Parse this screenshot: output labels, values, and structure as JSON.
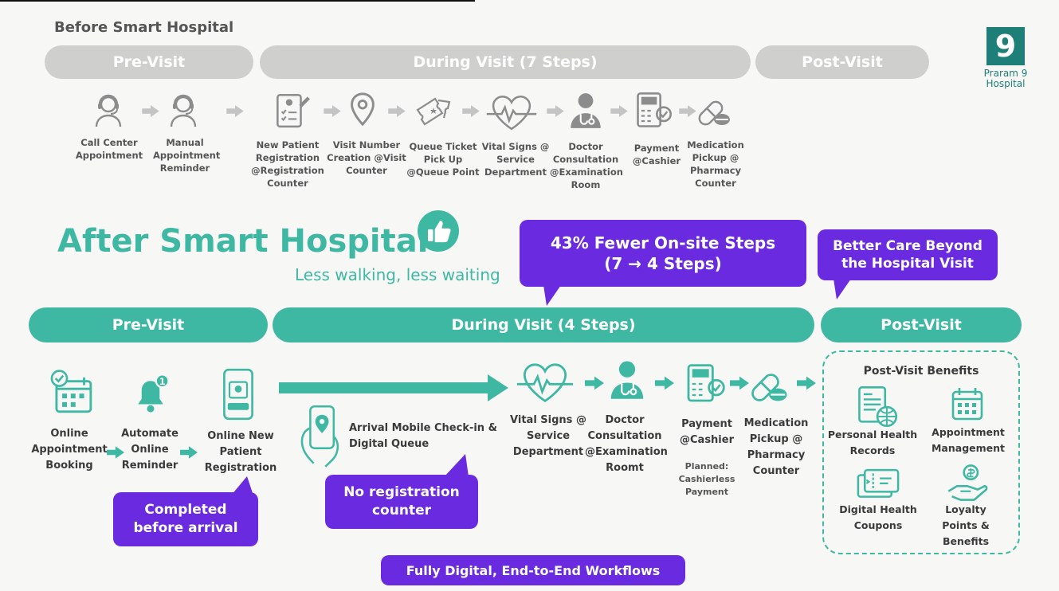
{
  "before": {
    "title": "Before Smart Hospital",
    "phases": {
      "pre": "Pre-Visit",
      "during": "During Visit (7 Steps)",
      "post": "Post-Visit"
    },
    "steps": [
      {
        "label": "Call Center Appointment",
        "icon": "headset-agent-icon"
      },
      {
        "label": "Manual Appointment Reminder",
        "icon": "headset-agent-icon"
      },
      {
        "label": "New Patient Registration @Registration Counter",
        "icon": "clipboard-form-icon"
      },
      {
        "label": "Visit Number Creation @Visit Counter",
        "icon": "location-pin-icon"
      },
      {
        "label": "Queue Ticket Pick Up @Queue Point",
        "icon": "ticket-icon"
      },
      {
        "label": "Vital Signs @ Service Department",
        "icon": "heartbeat-icon"
      },
      {
        "label": "Doctor Consultation @Examination Room",
        "icon": "doctor-icon"
      },
      {
        "label": "Payment @Cashier",
        "icon": "payment-terminal-icon"
      },
      {
        "label": "Medication Pickup @ Pharmacy Counter",
        "icon": "pills-icon"
      }
    ]
  },
  "brand": {
    "number": "9",
    "name": "Praram 9",
    "sub": "Hospital",
    "color": "#1d7f78"
  },
  "after": {
    "title": "After Smart Hospital",
    "tagline": "Less walking, less waiting",
    "phases": {
      "pre": "Pre-Visit",
      "during": "During Visit (4 Steps)",
      "post": "Post-Visit"
    },
    "pre_steps": [
      {
        "label": "Online Appointment Booking",
        "icon": "calendar-booking-icon"
      },
      {
        "label": "Automate Online Reminder",
        "icon": "bell-notification-icon"
      },
      {
        "label": "Online New Patient Registration",
        "icon": "phone-registration-icon"
      }
    ],
    "checkin": {
      "label": "Arrival Mobile Check-in & Digital Queue",
      "icon": "phone-checkin-icon"
    },
    "during_steps": [
      {
        "label": "Vital Signs @ Service Department",
        "icon": "heartbeat-icon"
      },
      {
        "label": "Doctor Consultation @Examination Roomt",
        "icon": "doctor-icon"
      },
      {
        "label": "Payment @Cashier",
        "icon": "payment-terminal-icon"
      },
      {
        "label": "Medication Pickup @ Pharmacy Counter",
        "icon": "pills-icon"
      }
    ],
    "cashier_note": "Planned: Cashierless Payment",
    "post_benefits": {
      "title": "Post-Visit  Benefits",
      "items": [
        {
          "label": "Personal Health Records",
          "icon": "health-records-icon"
        },
        {
          "label": "Appointment Management",
          "icon": "calendar-icon"
        },
        {
          "label": "Digital Health Coupons",
          "icon": "coupon-icon"
        },
        {
          "label": "Loyalty Points & Benefits",
          "icon": "loyalty-hand-icon"
        }
      ]
    },
    "callouts": {
      "fewer_steps_line1": "43% Fewer On-site Steps",
      "fewer_steps_line2": "(7 → 4  Steps)",
      "care_beyond_line1": "Better Care Beyond",
      "care_beyond_line2": "the Hospital Visit",
      "completed_line1": "Completed",
      "completed_line2": "before arrival",
      "no_registration_line1": "No registration",
      "no_registration_line2": "counter",
      "fully_digital": "Fully Digital, End-to-End Workflows"
    }
  },
  "colors": {
    "teal": "#3fb8a3",
    "purple": "#6a2be0",
    "gray_pill": "#cfcfcd",
    "icon_gray": "#8c8c8c"
  }
}
